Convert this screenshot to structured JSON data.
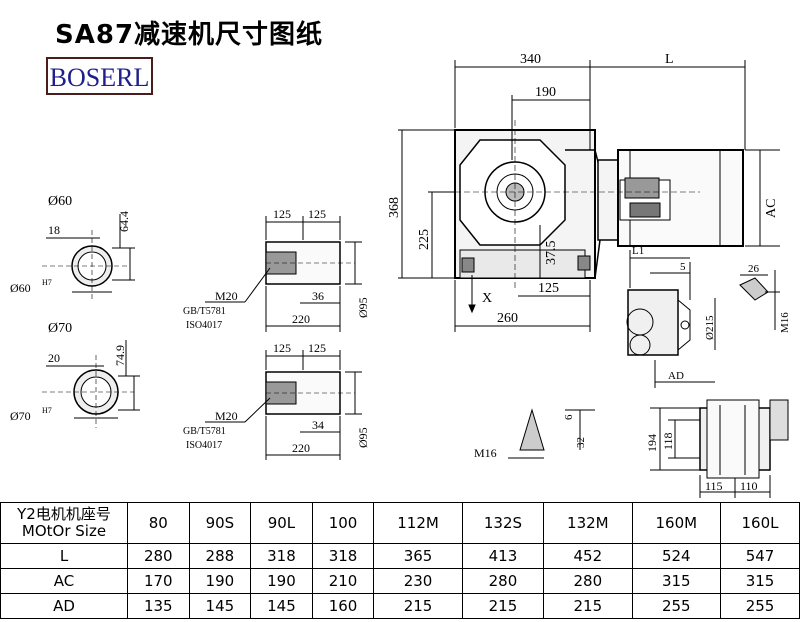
{
  "title": "SA87减速机尺寸图纸",
  "brand": "BOSERL",
  "dims": {
    "d340": "340",
    "L": "L",
    "d190": "190",
    "d368": "368",
    "d225": "225",
    "d37_5": "37.5",
    "d125": "125",
    "d260": "260",
    "X": "X",
    "AC": "AC",
    "L1": "L1",
    "d5": "5",
    "d215": "Ø215",
    "AD": "AD",
    "d26": "26",
    "M16": "M16",
    "d194": "194",
    "d118": "118",
    "d115": "115",
    "d110": "110",
    "d6": "6",
    "d32": "32"
  },
  "shaft60": {
    "dia_title": "Ø60",
    "d18": "18",
    "d64_4": "64.4",
    "bore": "Ø60",
    "tol": "H7"
  },
  "shaft70": {
    "dia_title": "Ø70",
    "d20": "20",
    "d74_9": "74.9",
    "bore": "Ø70",
    "tol": "H7"
  },
  "hollow1": {
    "a": "125",
    "b": "125",
    "thread": "M20",
    "std1": "GB/T5781",
    "std2": "ISO4017",
    "c": "36",
    "d": "220",
    "dia": "Ø95"
  },
  "hollow2": {
    "a": "125",
    "b": "125",
    "thread": "M20",
    "std1": "GB/T5781",
    "std2": "ISO4017",
    "c": "34",
    "d": "220",
    "dia": "Ø95"
  },
  "table": {
    "header_line1": "Y2电机机座号",
    "header_line2": "MOtOr Size",
    "sizes": [
      "80",
      "90S",
      "90L",
      "100",
      "112M",
      "132S",
      "132M",
      "160M",
      "160L"
    ],
    "rows": [
      {
        "label": "L",
        "values": [
          "280",
          "288",
          "318",
          "318",
          "365",
          "413",
          "452",
          "524",
          "547"
        ]
      },
      {
        "label": "AC",
        "values": [
          "170",
          "190",
          "190",
          "210",
          "230",
          "280",
          "280",
          "315",
          "315"
        ]
      },
      {
        "label": "AD",
        "values": [
          "135",
          "145",
          "145",
          "160",
          "215",
          "215",
          "215",
          "255",
          "255"
        ]
      }
    ]
  }
}
